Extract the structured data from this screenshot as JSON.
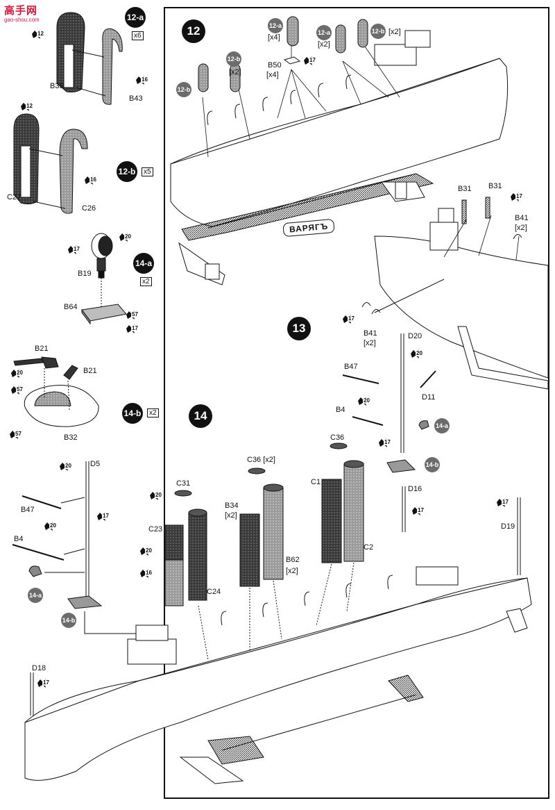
{
  "watermark": {
    "site": "高手网",
    "url": "gao-shou.com"
  },
  "steps": {
    "s12": "12",
    "s13": "13",
    "s14": "14"
  },
  "subassemblies": {
    "a12": {
      "label": "12-a",
      "qty": "x6"
    },
    "b12": {
      "label": "12-b",
      "qty": "x5"
    },
    "a14": {
      "label": "14-a",
      "qty": "x2"
    },
    "b14": {
      "label": "14-b",
      "qty": "x2"
    }
  },
  "parts": {
    "b35": "B35",
    "b43": "B43",
    "c27": "C27",
    "c26": "C26",
    "b19": "B19",
    "b64": "B64",
    "b21a": "B21",
    "b21b": "B21",
    "b32": "B32",
    "d5": "D5",
    "b47_left": "B47",
    "b4_left": "B4",
    "c31": "C31",
    "c23": "C23",
    "c24": "C24",
    "c36_x2": "C36 [x2]",
    "b34": "B34",
    "b34_q": "[x2]",
    "b62": "B62",
    "b62_q": "[x2]",
    "c36": "C36",
    "c1": "C1",
    "c2": "C2",
    "d16": "D16",
    "d19": "D19",
    "d18": "D18",
    "b50": "B50",
    "b50_q": "[x4]",
    "b31a": "B31",
    "b31b": "B31",
    "b41_top": "B41",
    "b41_top_q": "[x2]",
    "b41_bot": "B41",
    "b41_bot_q": "[x2]",
    "d20": "D20",
    "b47_right": "B47",
    "d11": "D11",
    "b4_right": "B4"
  },
  "callouts": {
    "c12a_x4": "[x4]",
    "c12a_x2": "[x2]",
    "c12b_x2": "[x2]",
    "c12b_x2_left": "[x2]"
  },
  "paints": {
    "p12": "12",
    "p16": "16",
    "p17": "17",
    "p20": "20",
    "p57": "57"
  },
  "nameplate": "ВАРЯГЪ",
  "colors": {
    "ink": "#111111",
    "tone": "#8c8c8c",
    "brand": "#d4183b"
  }
}
